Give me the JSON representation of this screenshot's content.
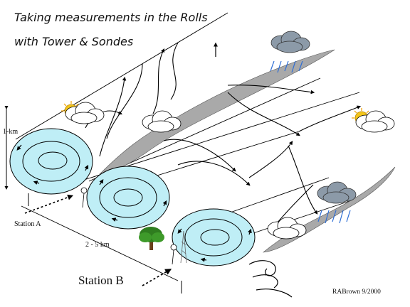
{
  "title": {
    "line1": "Taking measurements in the Rolls",
    "line2": "with Tower & Sondes"
  },
  "labels": {
    "height": "1-km",
    "spacing": "2 - 5 km",
    "station_a": "Station A",
    "station_b": "Station B"
  },
  "credit": "RABrown 9/2000",
  "icons": [
    "sun-cloud-icon",
    "rain-cloud-icon",
    "tree-icon",
    "tower-icon",
    "wind-swirl-icon"
  ],
  "colors": {
    "roll_fill": "#bfeef6",
    "outline": "#000000",
    "cloud_gray": "#a8a8a8",
    "rain_blue": "#2f6fd6",
    "sun_yellow": "#f3c51a",
    "tree_green": "#2f7d1f"
  }
}
